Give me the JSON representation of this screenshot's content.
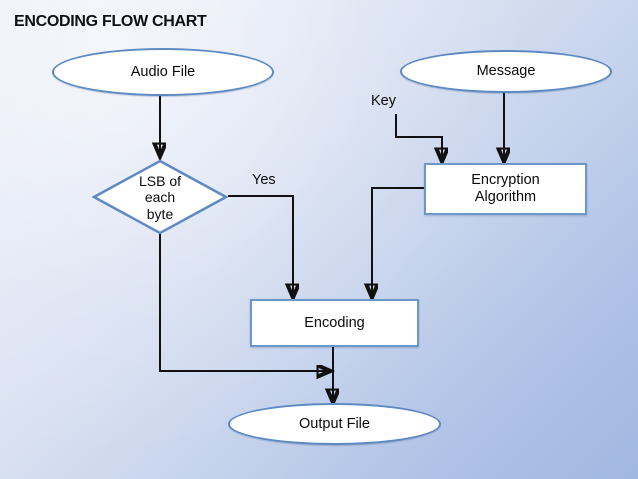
{
  "slide": {
    "title": "ENCODING FLOW CHART",
    "background_top": "#eceff9",
    "background_bottom": "#a2b7e1",
    "shape_border": "#5e8ac4",
    "shape_fill": "#ffffff",
    "connector_color": "#111111"
  },
  "chart_data": {
    "type": "flowchart",
    "title": "ENCODING FLOW CHART",
    "nodes": [
      {
        "id": "audio_file",
        "label": "Audio File",
        "shape": "ellipse"
      },
      {
        "id": "lsb",
        "label": "LSB of each byte",
        "shape": "diamond"
      },
      {
        "id": "message",
        "label": "Message",
        "shape": "ellipse"
      },
      {
        "id": "encryption",
        "label": "Encryption Algorithm",
        "shape": "rectangle"
      },
      {
        "id": "encoding",
        "label": "Encoding",
        "shape": "rectangle"
      },
      {
        "id": "output_file",
        "label": "Output File",
        "shape": "ellipse"
      }
    ],
    "edges": [
      {
        "from": "audio_file",
        "to": "lsb",
        "label": ""
      },
      {
        "from": "lsb",
        "to": "encoding",
        "label": "Yes"
      },
      {
        "from": "lsb",
        "to": "output_file",
        "label": ""
      },
      {
        "from": "message",
        "to": "encryption",
        "label": ""
      },
      {
        "from": "key",
        "to": "encryption",
        "label": "Key"
      },
      {
        "from": "encryption",
        "to": "encoding",
        "label": ""
      },
      {
        "from": "encoding",
        "to": "output_file",
        "label": ""
      }
    ]
  },
  "nodes": {
    "audio_file": {
      "label": "Audio File"
    },
    "lsb_decision": {
      "line1": "LSB of",
      "line2": "each",
      "line3": "byte"
    },
    "message": {
      "label": "Message"
    },
    "encryption": {
      "line1": "Encryption",
      "line2": "Algorithm"
    },
    "encoding": {
      "label": "Encoding"
    },
    "output_file": {
      "label": "Output File"
    }
  },
  "edge_labels": {
    "yes": "Yes",
    "key": "Key"
  }
}
